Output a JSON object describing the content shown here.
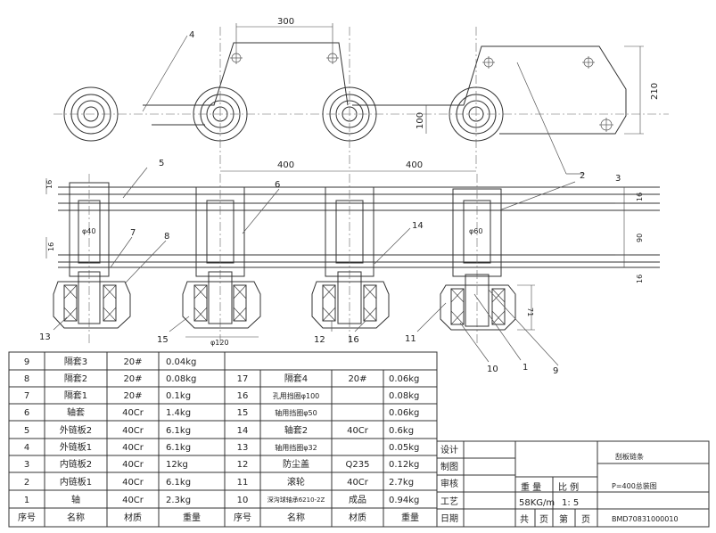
{
  "dimensions": {
    "pitch_top": "300",
    "height_right": "210",
    "center_100": "100",
    "pitch_a": "400",
    "pitch_b": "400",
    "side_16_top": "16",
    "side_16_left": "16",
    "side_16_right_top": "16",
    "side_90": "90",
    "side_16_right_bottom": "16",
    "dia_40": "φ40",
    "dia_60": "φ60",
    "dia_120": "φ120",
    "height_71": "71"
  },
  "callouts": {
    "c1": "1",
    "c2": "2",
    "c3": "3",
    "c4": "4",
    "c5": "5",
    "c6": "6",
    "c7": "7",
    "c8": "8",
    "c9": "9",
    "c10": "10",
    "c11": "11",
    "c12": "12",
    "c13": "13",
    "c14": "14",
    "c15": "15",
    "c16": "16"
  },
  "parts_left": [
    {
      "no": "9",
      "name": "隔套3",
      "material": "20#",
      "weight": "0.04kg"
    },
    {
      "no": "8",
      "name": "隔套2",
      "material": "20#",
      "weight": "0.08kg"
    },
    {
      "no": "7",
      "name": "隔套1",
      "material": "20#",
      "weight": "0.1kg"
    },
    {
      "no": "6",
      "name": "轴套",
      "material": "40Cr",
      "weight": "1.4kg"
    },
    {
      "no": "5",
      "name": "外链板2",
      "material": "40Cr",
      "weight": "6.1kg"
    },
    {
      "no": "4",
      "name": "外链板1",
      "material": "40Cr",
      "weight": "6.1kg"
    },
    {
      "no": "3",
      "name": "内链板2",
      "material": "40Cr",
      "weight": "12kg"
    },
    {
      "no": "2",
      "name": "内链板1",
      "material": "40Cr",
      "weight": "6.1kg"
    },
    {
      "no": "1",
      "name": "轴",
      "material": "40Cr",
      "weight": "2.3kg"
    }
  ],
  "parts_right": [
    {
      "no": "17",
      "name": "隔套4",
      "material": "20#",
      "weight": "0.06kg"
    },
    {
      "no": "16",
      "name": "孔用挡圈φ100",
      "material": "",
      "weight": "0.08kg"
    },
    {
      "no": "15",
      "name": "轴用挡圈φ50",
      "material": "",
      "weight": "0.06kg"
    },
    {
      "no": "14",
      "name": "轴套2",
      "material": "40Cr",
      "weight": "0.6kg"
    },
    {
      "no": "13",
      "name": "轴用挡圈φ32",
      "material": "",
      "weight": "0.05kg"
    },
    {
      "no": "12",
      "name": "防尘盖",
      "material": "Q235",
      "weight": "0.12kg"
    },
    {
      "no": "11",
      "name": "滚轮",
      "material": "40Cr",
      "weight": "2.7kg"
    },
    {
      "no": "10",
      "name": "深沟球轴承6210-2Z",
      "material": "成品",
      "weight": "0.94kg"
    }
  ],
  "headers": {
    "no": "序号",
    "name": "名称",
    "material": "材质",
    "weight": "重量",
    "no2": "序号",
    "name2": "名称",
    "material2": "材质",
    "weight2": "重量"
  },
  "signoff": [
    "设计",
    "制图",
    "审核",
    "工艺",
    "日期"
  ],
  "title_block": {
    "weight_label": "重 量",
    "scale_label": "比 例",
    "weight_value": "58KG/m",
    "scale_value": "1: 5",
    "total_label": "共",
    "page_label1": "页",
    "sheet_label": "第",
    "page_label2": "页",
    "part_title": "刮板链条",
    "assembly_title": "P=400总装图",
    "drawing_no": "BMD70831000010"
  }
}
